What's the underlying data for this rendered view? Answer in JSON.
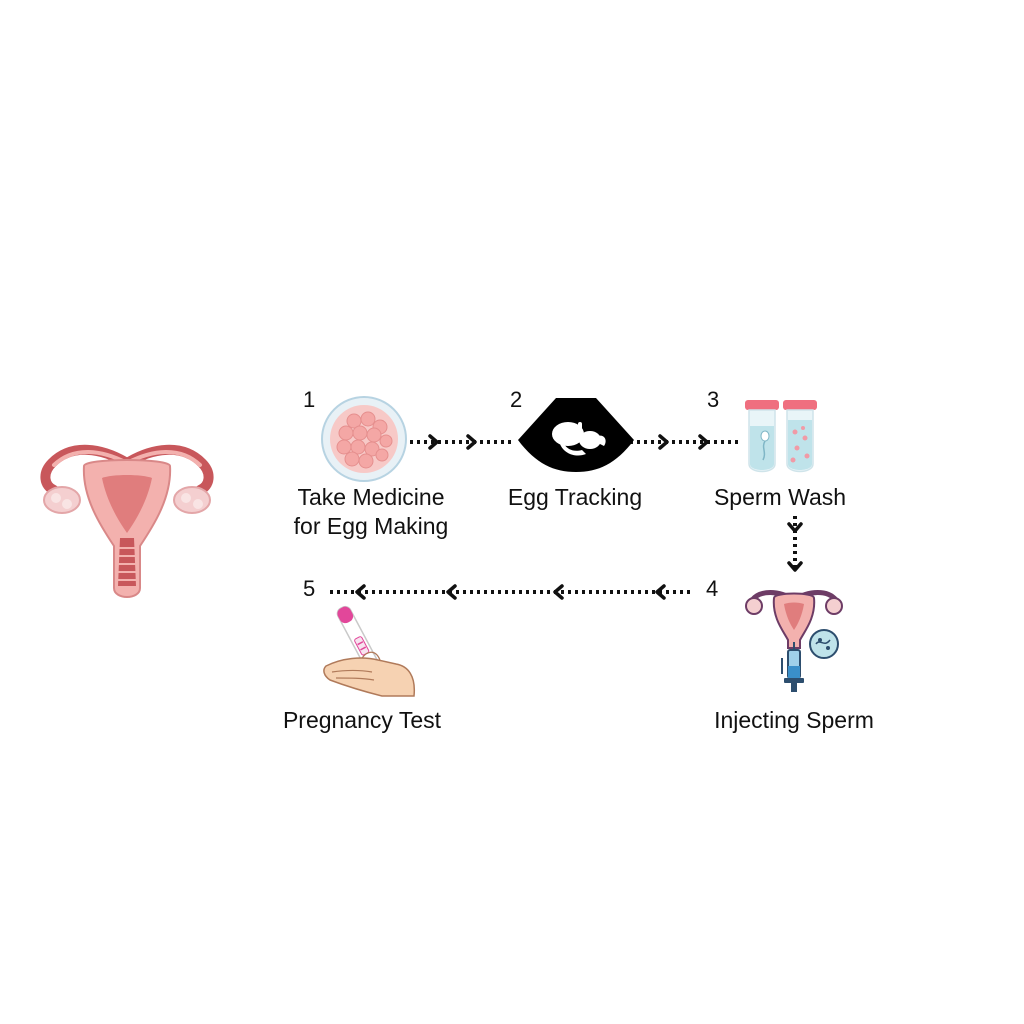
{
  "steps": [
    {
      "number": "1",
      "label_line1": "Take Medicine",
      "label_line2": "for Egg Making",
      "icon": "egg-cluster-icon"
    },
    {
      "number": "2",
      "label_line1": "Egg Tracking",
      "icon": "ultrasound-icon"
    },
    {
      "number": "3",
      "label_line1": "Sperm Wash",
      "icon": "test-tubes-icon"
    },
    {
      "number": "4",
      "label_line1": "Injecting Sperm",
      "icon": "insemination-icon"
    },
    {
      "number": "5",
      "label_line1": "Pregnancy Test",
      "icon": "pregnancy-test-icon"
    }
  ],
  "colors": {
    "uterus_light": "#f3b1ae",
    "uterus_mid": "#e07d7d",
    "uterus_dark": "#c8575b",
    "egg_fill": "#f4a7a5",
    "tube_cap": "#ef6f7f",
    "tube_fluid": "#bfe3ea",
    "syringe_blue": "#3a8fc9",
    "test_pink": "#e2479a",
    "skin": "#f6d2b2",
    "ink": "#111111"
  }
}
